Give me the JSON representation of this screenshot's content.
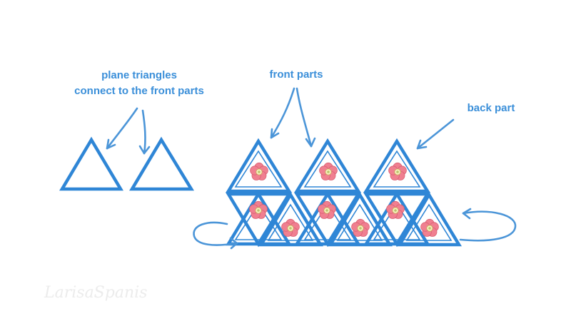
{
  "labels": {
    "plane_line1": "plane triangles",
    "plane_line2": "connect to the front parts",
    "front_parts": "front parts",
    "back_part": "back part"
  },
  "watermark": "LarisaSpanis",
  "colors": {
    "triangle_stroke": "#2f86d6",
    "label_text": "#3b8fd9",
    "arrow": "#4b95d8",
    "flower_petal": "#f07f90",
    "flower_center": "#f7efc0"
  },
  "icons": {
    "flower": "flower-icon",
    "arrow": "arrow-icon"
  }
}
